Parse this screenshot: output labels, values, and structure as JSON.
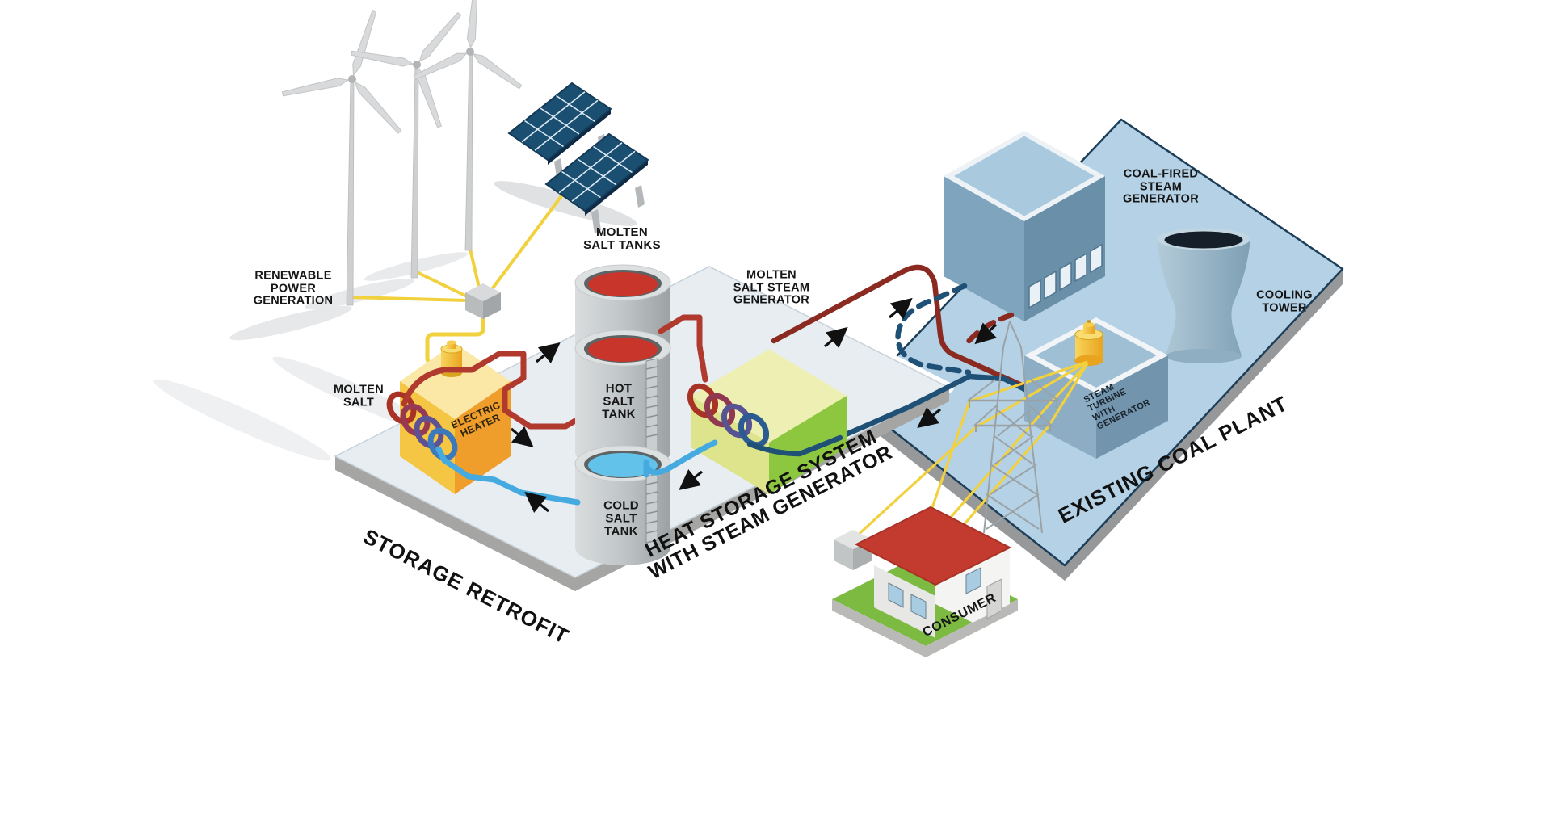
{
  "diagram": {
    "labels": {
      "renewable_power_generation": "RENEWABLE\nPOWER\nGENERATION",
      "molten_salt_tanks": "MOLTEN\nSALT TANKS",
      "molten_salt": "MOLTEN\nSALT",
      "electric_heater": "ELECTRIC\nHEATER",
      "hot_salt_tank": "HOT\nSALT\nTANK",
      "cold_salt_tank": "COLD\nSALT\nTANK",
      "molten_salt_steam_generator": "MOLTEN\nSALT STEAM\nGENERATOR",
      "coal_fired_steam_generator": "COAL-FIRED\nSTEAM\nGENERATOR",
      "cooling_tower": "COOLING\nTOWER",
      "steam_turbine_with_generator": "STEAM\nTURBINE\nWITH\nGENERATOR",
      "storage_retrofit": "STORAGE RETROFIT",
      "heat_storage_system": "HEAT STORAGE SYSTEM\nWITH STEAM GENERATOR",
      "existing_coal_plant": "EXISTING COAL PLANT",
      "consumer": "CONSUMER"
    },
    "colors": {
      "hot_salt_pipe": "#B03A2E",
      "hot_steam_pipe_dark": "#8A2A20",
      "cold_salt_pipe": "#45AADF",
      "feedwater_steam_pipe": "#1F5075",
      "electricity_line": "#F2D13E",
      "hot_salt_liquid": "#C8352B",
      "cold_salt_liquid": "#62C2EA",
      "storage_platform": "#E8EDF2",
      "coal_plant_platform": "#B5D1E5",
      "electric_heater_box": "#F5C544",
      "steam_generator_box": "#8DC63F",
      "house_roof": "#C23B2E",
      "lawn": "#7CBA42"
    }
  }
}
